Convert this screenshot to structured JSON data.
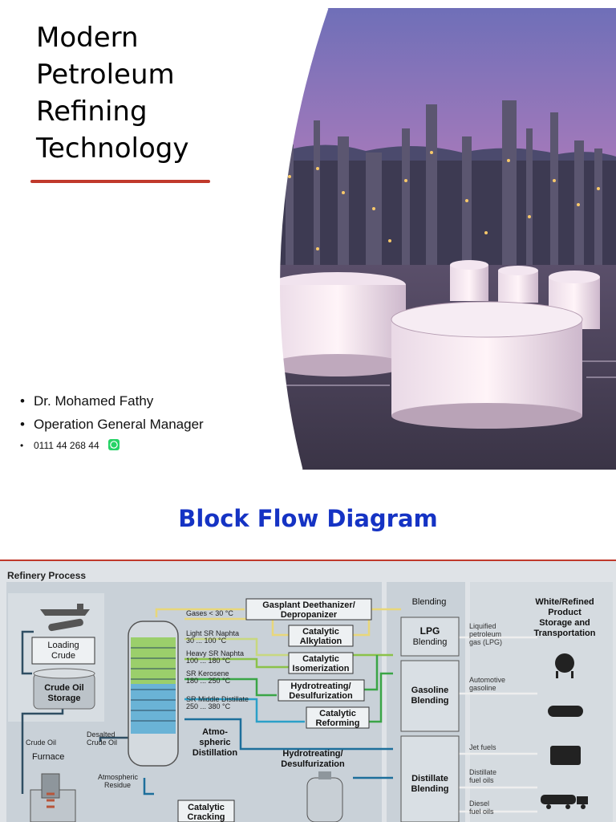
{
  "slide1": {
    "title_lines": [
      "Modern",
      "Petroleum",
      "Refining",
      "Technology"
    ],
    "bullets": [
      "Dr. Mohamed Fathy",
      "Operation General Manager",
      "0111 44 268 44"
    ],
    "accent_color": "#c0392b"
  },
  "slide2": {
    "title": "Block Flow Diagram",
    "title_color": "#1533c4",
    "diagram_heading": "Refinery Process",
    "blending_header": "Blending",
    "storage_header": [
      "White/Refined",
      "Product",
      "Storage and",
      "Transportation"
    ],
    "left": {
      "loading_crude": [
        "Loading",
        "Crude"
      ],
      "crude_oil_storage": [
        "Crude Oil",
        "Storage"
      ],
      "crude_oil": "Crude Oil",
      "furnace": "Furnace",
      "desalted": [
        "Desalted",
        "Crude Oil"
      ],
      "atm_residue": [
        "Atmospheric",
        "Residue"
      ],
      "atm_distillation": [
        "Atmo-",
        "spheric",
        "Distillation"
      ]
    },
    "cuts": [
      {
        "name": "Gases < 30 °C",
        "range": ""
      },
      {
        "name": "Light SR Naphta",
        "range": "30 ... 100 °C"
      },
      {
        "name": "Heavy SR Naphta",
        "range": "100 ... 180 °C"
      },
      {
        "name": "SR Kerosene",
        "range": "180 ... 250 °C"
      },
      {
        "name": "SR Middle Distillate",
        "range": "250 ... 380 °C"
      }
    ],
    "units": {
      "gasplant": [
        "Gasplant Deethanizer/",
        "Depropanizer"
      ],
      "alkylation": [
        "Catalytic",
        "Alkylation"
      ],
      "isomerization": [
        "Catalytic",
        "Isomerization"
      ],
      "hydrotreating1": [
        "Hydrotreating/",
        "Desulfurization"
      ],
      "reforming": [
        "Catalytic",
        "Reforming"
      ],
      "hydrotreating2": [
        "Hydrotreating/",
        "Desulfurization"
      ],
      "cracking": [
        "Catalytic",
        "Cracking"
      ]
    },
    "blending": {
      "lpg": [
        "LPG",
        "Blending"
      ],
      "gasoline": [
        "Gasoline",
        "Blending"
      ],
      "distillate": [
        "Distillate",
        "Blending"
      ]
    },
    "products": {
      "lpg": [
        "Liquified",
        "petroleum",
        "gas (LPG)"
      ],
      "gasoline": [
        "Automotive",
        "gasoline"
      ],
      "jet": "Jet fuels",
      "fuel_oils": [
        "Distillate",
        "fuel oils"
      ],
      "diesel": [
        "Diesel",
        "fuel oils"
      ]
    }
  }
}
